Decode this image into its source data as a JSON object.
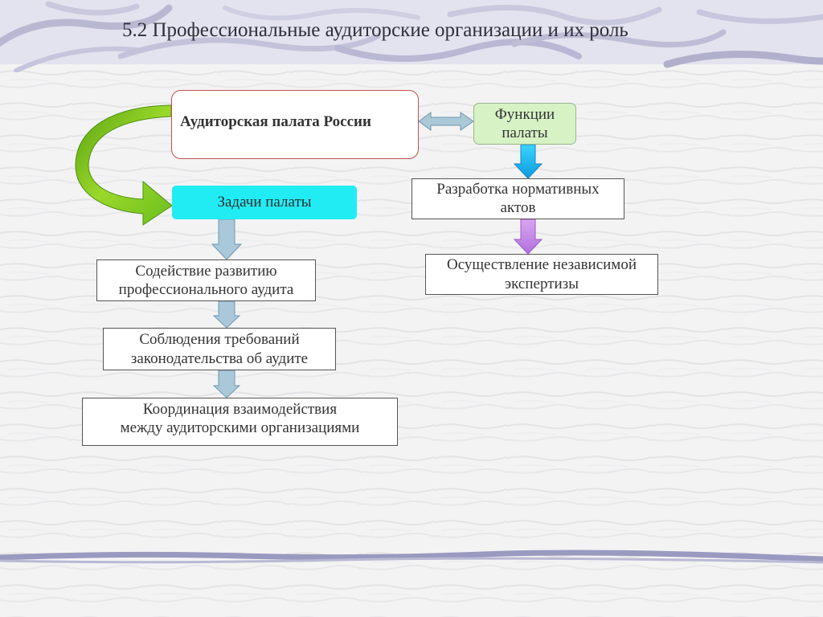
{
  "slide": {
    "title": "5.2 Профессиональные аудиторские организации и их роль"
  },
  "diagram": {
    "chamber": {
      "label": "Аудиторская палата России"
    },
    "functions": {
      "label_line1": "Функции",
      "label_line2": "палаты"
    },
    "tasks": {
      "label": "Задачи палаты",
      "items": [
        {
          "line1": "Содействие развитию",
          "line2": "профессионального аудита"
        },
        {
          "line1": "Соблюдения требований",
          "line2": "законодательства об аудите"
        },
        {
          "line1": "Координация взаимодействия",
          "line2": "между аудиторскими организациями"
        }
      ]
    },
    "function_items": [
      {
        "line1": "Разработка нормативных",
        "line2": "актов"
      },
      {
        "line1": "Осуществление независимой",
        "line2": "экспертизы"
      }
    ]
  },
  "colors": {
    "chamber_border": "#c0504d",
    "functions_fill": "#d7f2c4",
    "tasks_fill": "#21ecf4",
    "curved_arrow": "#7cc21c",
    "double_arrow": "#a9c8d8",
    "blue_arrow": "#1fb8f0",
    "purple_arrow": "#c58ae6",
    "task_arrow": "#a9c8da"
  }
}
